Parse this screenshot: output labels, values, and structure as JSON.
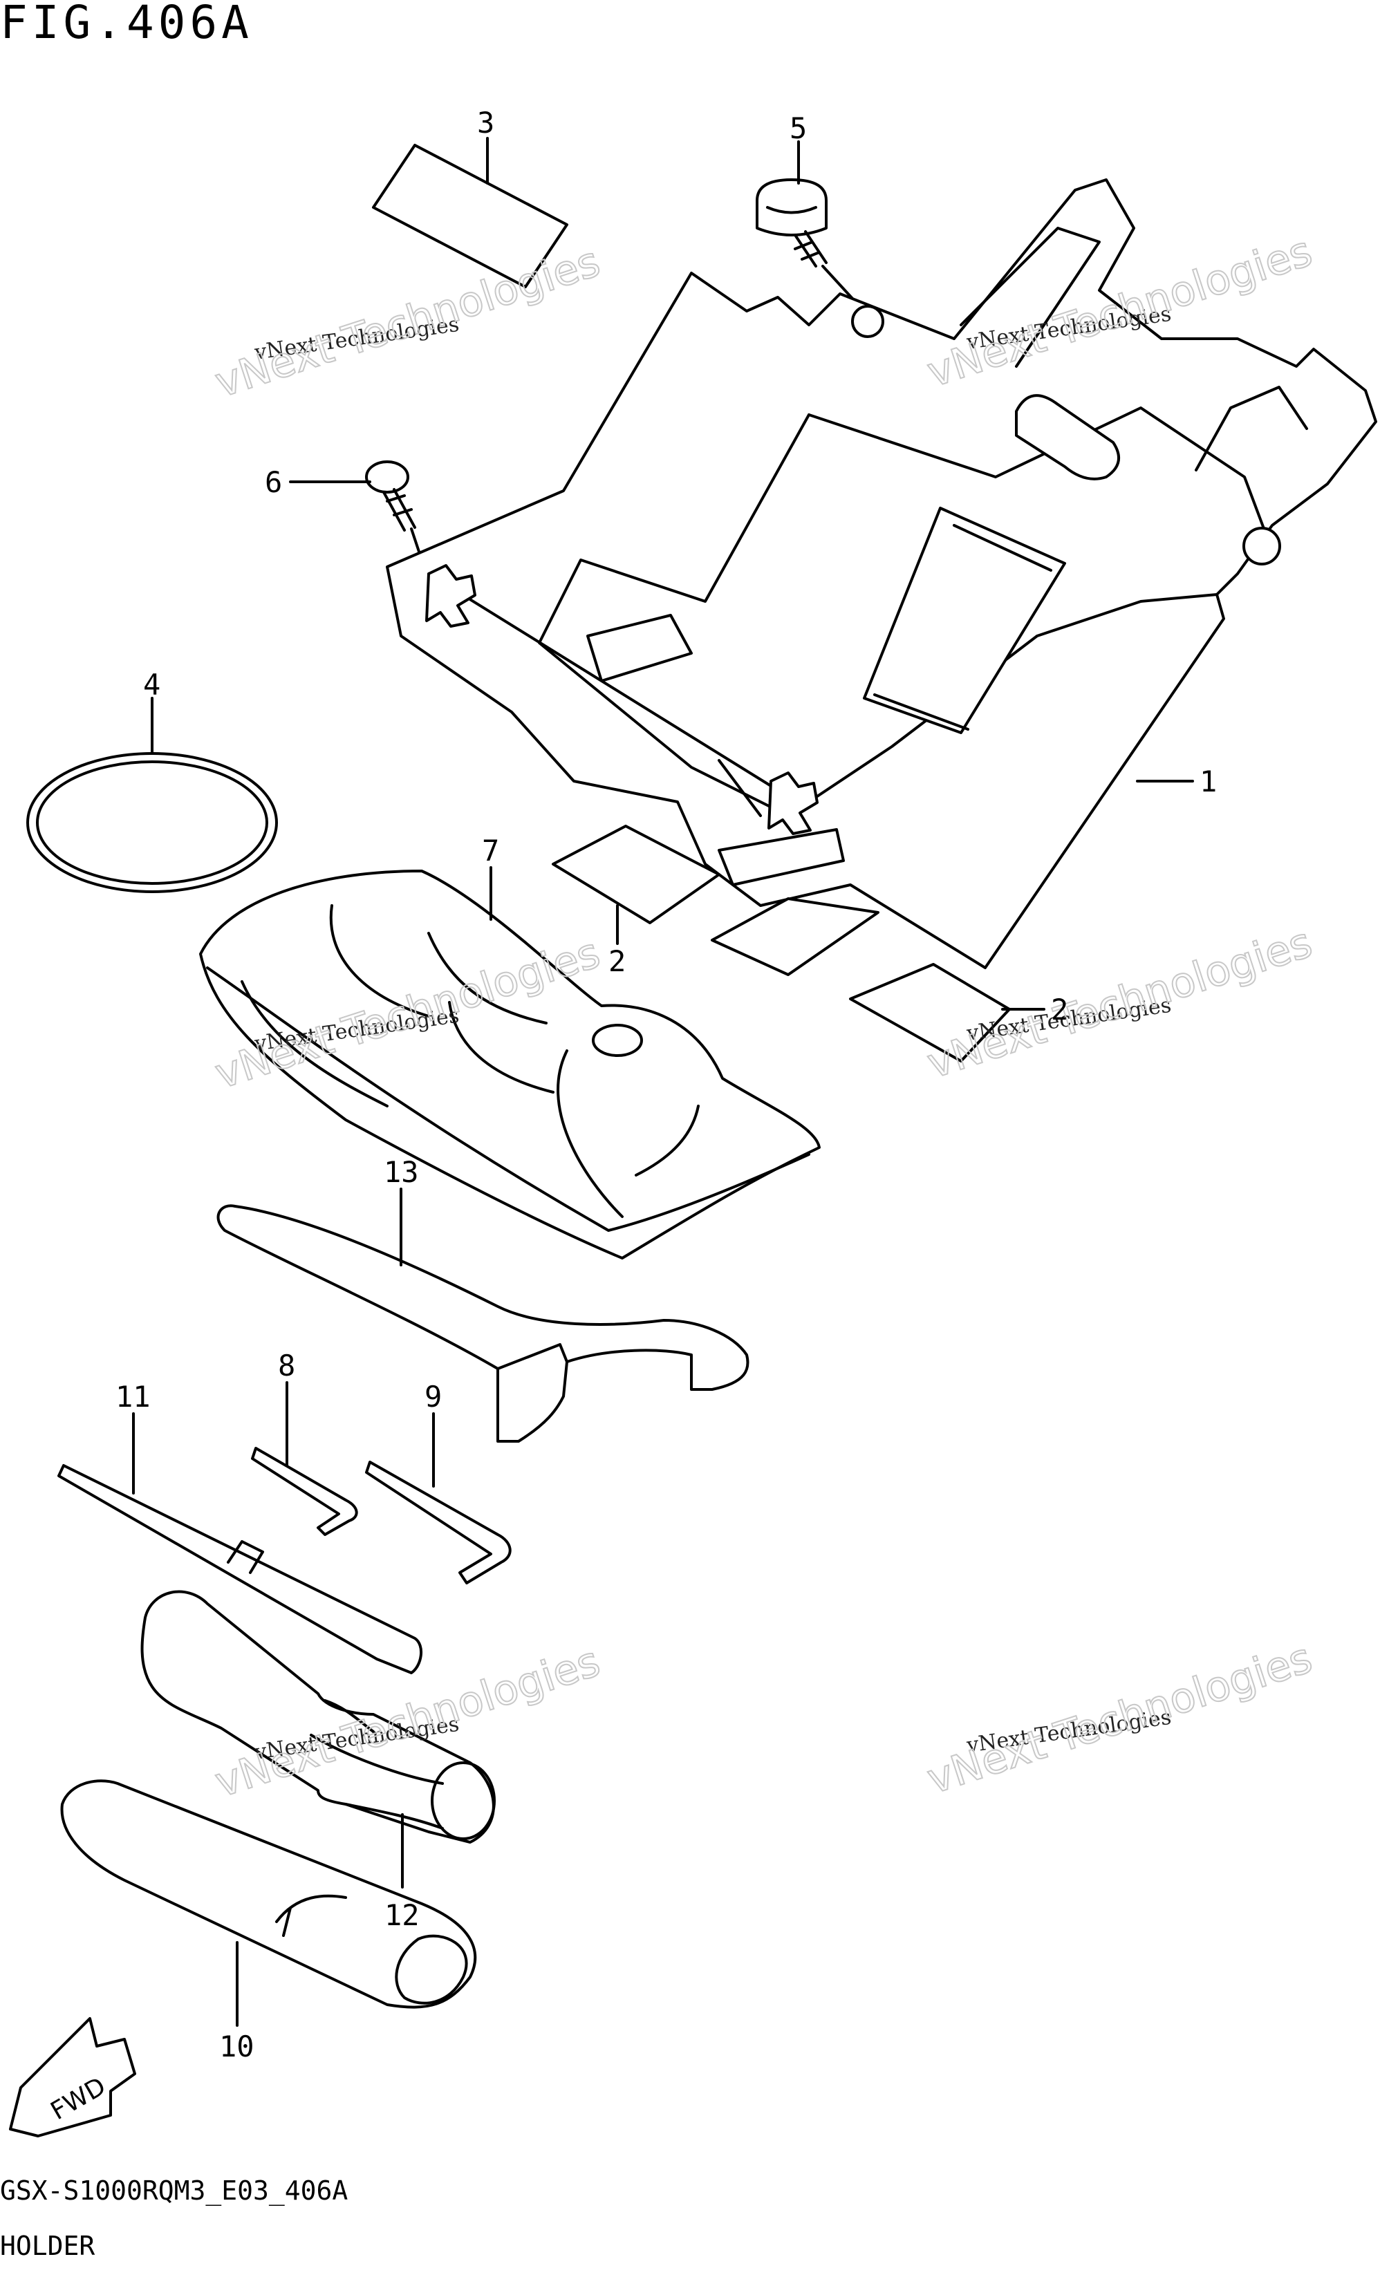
{
  "figure": {
    "title": "FIG.406A"
  },
  "footer": {
    "code": "GSX-S1000RQM3_E03_406A",
    "caption": "HOLDER"
  },
  "callouts": {
    "c1": "1",
    "c2a": "2",
    "c2b": "2",
    "c3": "3",
    "c4": "4",
    "c5": "5",
    "c6": "6",
    "c7": "7",
    "c8": "8",
    "c9": "9",
    "c10": "10",
    "c11": "11",
    "c12": "12",
    "c13": "13"
  },
  "fwd_label": "FWD",
  "watermark": {
    "line1": "vNext Technologies",
    "line2": "vNext Technologies"
  }
}
